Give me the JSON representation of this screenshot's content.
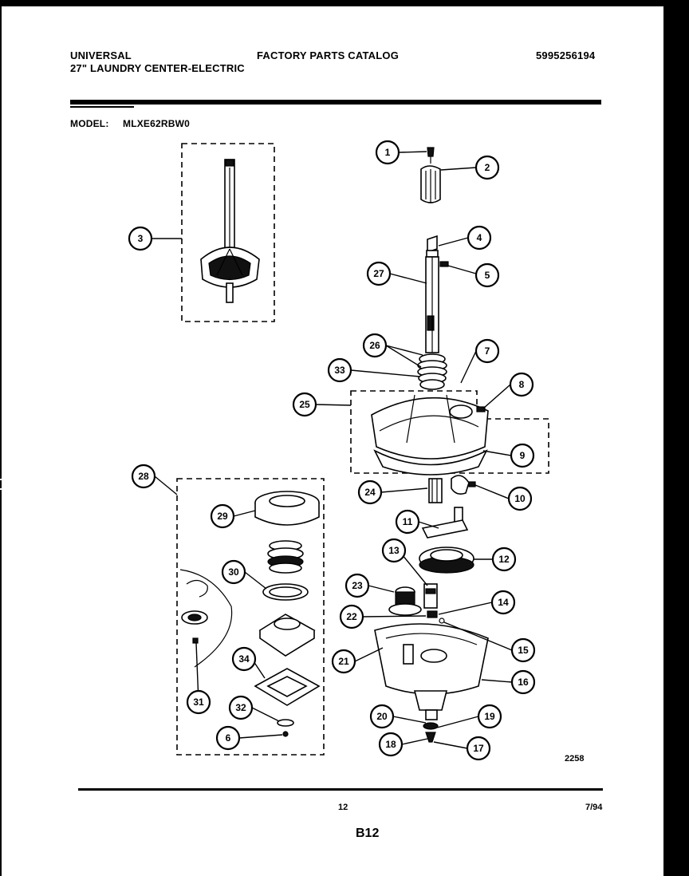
{
  "header": {
    "brand": "UNIVERSAL",
    "subtitle": "27\" LAUNDRY CENTER-ELECTRIC",
    "catalog_title": "FACTORY PARTS CATALOG",
    "catalog_number": "5995256194",
    "model_label": "MODEL:",
    "model_number": "MLXE62RBW0"
  },
  "callouts": [
    {
      "id": "c1",
      "label": "1"
    },
    {
      "id": "c2",
      "label": "2"
    },
    {
      "id": "c3",
      "label": "3"
    },
    {
      "id": "c4",
      "label": "4"
    },
    {
      "id": "c5",
      "label": "5"
    },
    {
      "id": "c27",
      "label": "27"
    },
    {
      "id": "c26",
      "label": "26"
    },
    {
      "id": "c7",
      "label": "7"
    },
    {
      "id": "c33",
      "label": "33"
    },
    {
      "id": "c8",
      "label": "8"
    },
    {
      "id": "c25",
      "label": "25"
    },
    {
      "id": "c9",
      "label": "9"
    },
    {
      "id": "c28",
      "label": "28"
    },
    {
      "id": "c24",
      "label": "24"
    },
    {
      "id": "c10",
      "label": "10"
    },
    {
      "id": "c29",
      "label": "29"
    },
    {
      "id": "c11",
      "label": "11"
    },
    {
      "id": "c13",
      "label": "13"
    },
    {
      "id": "c12",
      "label": "12"
    },
    {
      "id": "c30",
      "label": "30"
    },
    {
      "id": "c23",
      "label": "23"
    },
    {
      "id": "c14",
      "label": "14"
    },
    {
      "id": "c22",
      "label": "22"
    },
    {
      "id": "c15",
      "label": "15"
    },
    {
      "id": "c34",
      "label": "34"
    },
    {
      "id": "c21",
      "label": "21"
    },
    {
      "id": "c16",
      "label": "16"
    },
    {
      "id": "c31",
      "label": "31"
    },
    {
      "id": "c32",
      "label": "32"
    },
    {
      "id": "c20",
      "label": "20"
    },
    {
      "id": "c19",
      "label": "19"
    },
    {
      "id": "c6",
      "label": "6"
    },
    {
      "id": "c18",
      "label": "18"
    },
    {
      "id": "c17",
      "label": "17"
    }
  ],
  "footer": {
    "diagram_code": "2258",
    "page_number": "12",
    "date": "7/94",
    "section": "B12"
  }
}
